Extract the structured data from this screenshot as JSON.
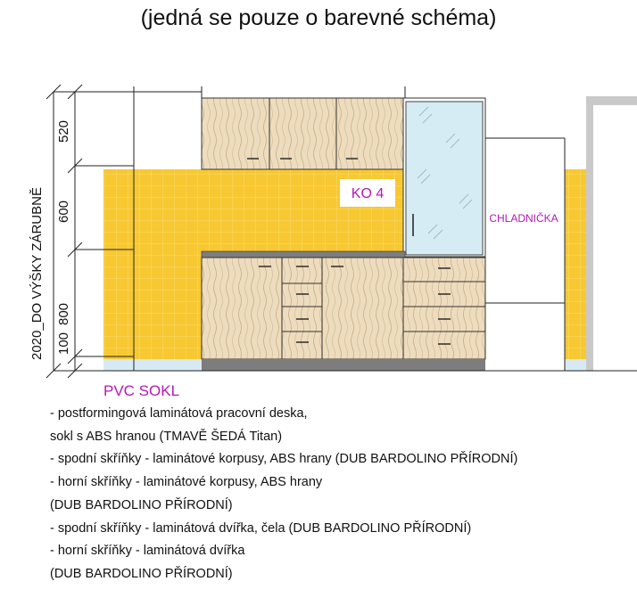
{
  "title": "(jedná se pouze o barevné schéma)",
  "dimensions": {
    "total_label": "2020_DO VÝŠKY ZÁRUBNĚ",
    "segments": [
      "520",
      "600",
      "800",
      "100"
    ]
  },
  "labels": {
    "ko": "KO 4",
    "fridge": "CHLADNIČKA",
    "sokl": "PVC SOKL"
  },
  "notes": [
    "- postformingová laminátová pracovní deska,",
    "sokl s ABS hranou (TMAVĚ ŠEDÁ Titan)",
    "- spodní skříňky - laminátové korpusy, ABS hrany (DUB BARDOLINO PŘÍRODNÍ)",
    "- horní skříňky - laminátové korpusy, ABS hrany",
    "(DUB BARDOLINO PŘÍRODNÍ)",
    "- spodní skříňky - laminátová dvířka, čela (DUB BARDOLINO PŘÍRODNÍ)",
    "- horní skříňky - laminátová dvířka",
    "(DUB BARDOLINO PŘÍRODNÍ)"
  ],
  "colors": {
    "tile": "#f7c832",
    "wood": "#eddcbe",
    "countertop": "#7d7d7d",
    "plinth": "#d7eaf3",
    "glass": "#d6ecf5",
    "accent_text": "#b519b5"
  }
}
